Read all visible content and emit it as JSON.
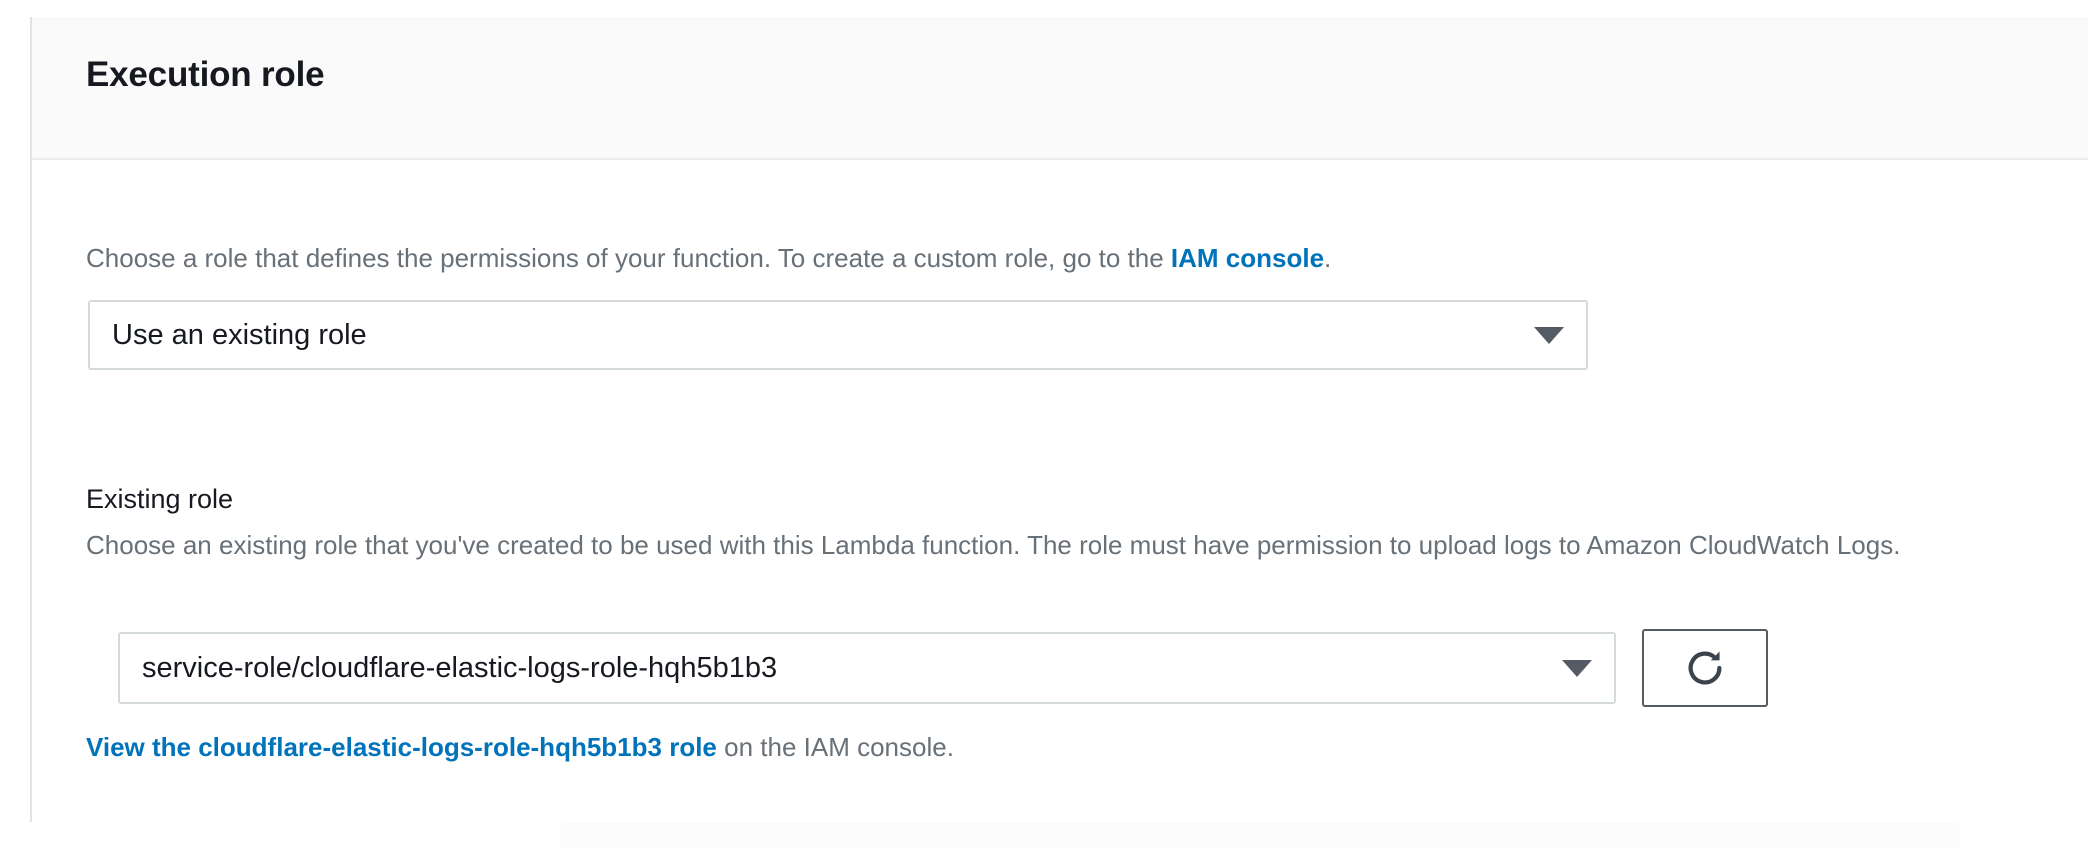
{
  "card": {
    "title": "Execution role",
    "role_type": {
      "description_before_link": "Choose a role that defines the permissions of your function. To create a custom role, go to the ",
      "link_label": "IAM console",
      "description_after_link": ".",
      "select": {
        "name": "execution-role-type-select",
        "value": "Use an existing role",
        "caret_icon": "chevron-down-icon"
      }
    },
    "existing_role": {
      "label": "Existing role",
      "description": "Choose an existing role that you've created to be used with this Lambda function. The role must have permission to upload logs to Amazon CloudWatch Logs.",
      "select": {
        "name": "existing-role-select",
        "value": "service-role/cloudflare-elastic-logs-role-hqh5b1b3",
        "caret_icon": "chevron-down-icon"
      },
      "refresh_button": {
        "name": "refresh-roles-button",
        "icon": "refresh-icon"
      },
      "view_link": {
        "link_label": "View the cloudflare-elastic-logs-role-hqh5b1b3 role",
        "suffix": " on the IAM console."
      }
    }
  },
  "colors": {
    "link_blue": "#0073bb",
    "text_primary": "#16191f",
    "text_secondary": "#687078",
    "border": "#d5dbdb",
    "header_bg": "#fafafa",
    "button_border": "#545b64"
  }
}
